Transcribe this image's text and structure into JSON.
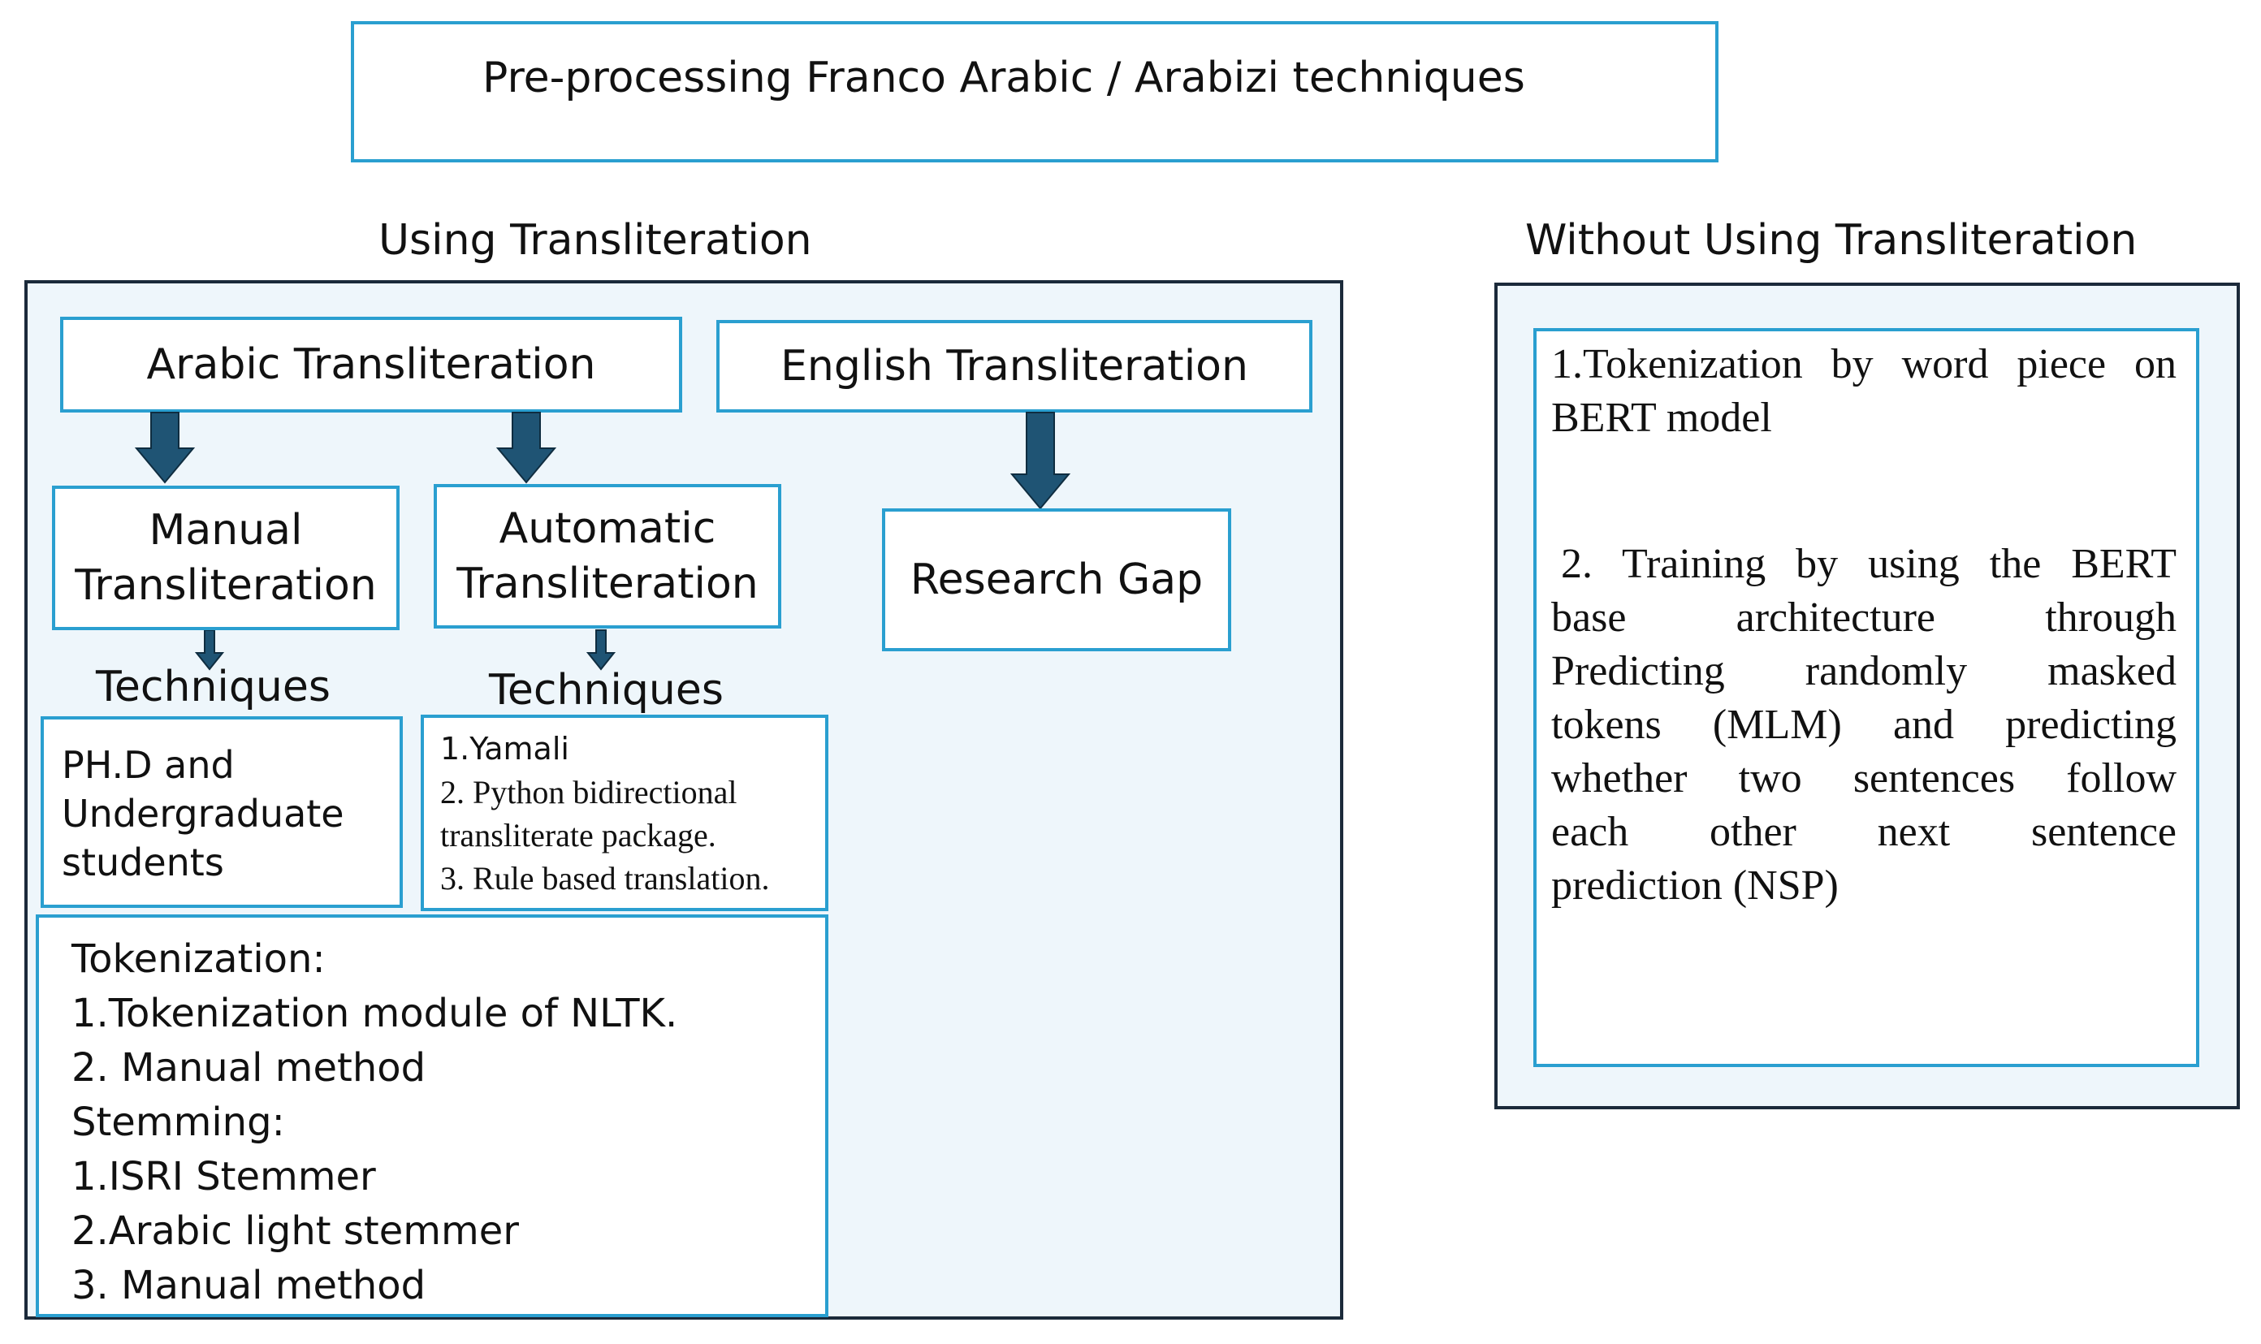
{
  "title": "Pre-processing Franco Arabic / Arabizi  techniques",
  "using": {
    "heading": "Using Transliteration",
    "arabic": "Arabic Transliteration",
    "english": "English Transliteration",
    "manual": [
      "Manual",
      "Transliteration"
    ],
    "automatic": [
      "Automatic",
      "Transliteration"
    ],
    "research_gap": "Research Gap",
    "techniques_left": "Techniques",
    "techniques_right": "Techniques",
    "manual_techniques": [
      "PH.D and",
      "Undergraduate",
      "students"
    ],
    "automatic_techniques": [
      "1.Yamali",
      "2. Python bidirectional",
      "transliterate package.",
      "3. Rule based translation."
    ],
    "tokenization": [
      "Tokenization:",
      "1.Tokenization module of NLTK.",
      "2. Manual method",
      "Stemming:",
      "1.ISRI Stemmer",
      "2.Arabic light stemmer",
      "3. Manual method"
    ]
  },
  "without": {
    "heading": "Without Using Transliteration",
    "item1_a": "1.Tokenization by word piece on",
    "item1_b": "BERT model",
    "item2_first": "2. Training by using the BERT",
    "item2_lines": [
      "base architecture through",
      "Predicting randomly masked",
      "tokens (MLM) and predicting",
      "whether two sentences follow",
      "each other next sentence"
    ],
    "item2_last": "prediction (NSP)"
  },
  "colors": {
    "box_border": "#2a9fd0",
    "panel_border": "#1b2a3a",
    "panel_fill": "#eef6fb",
    "arrow": "#1f5474"
  }
}
